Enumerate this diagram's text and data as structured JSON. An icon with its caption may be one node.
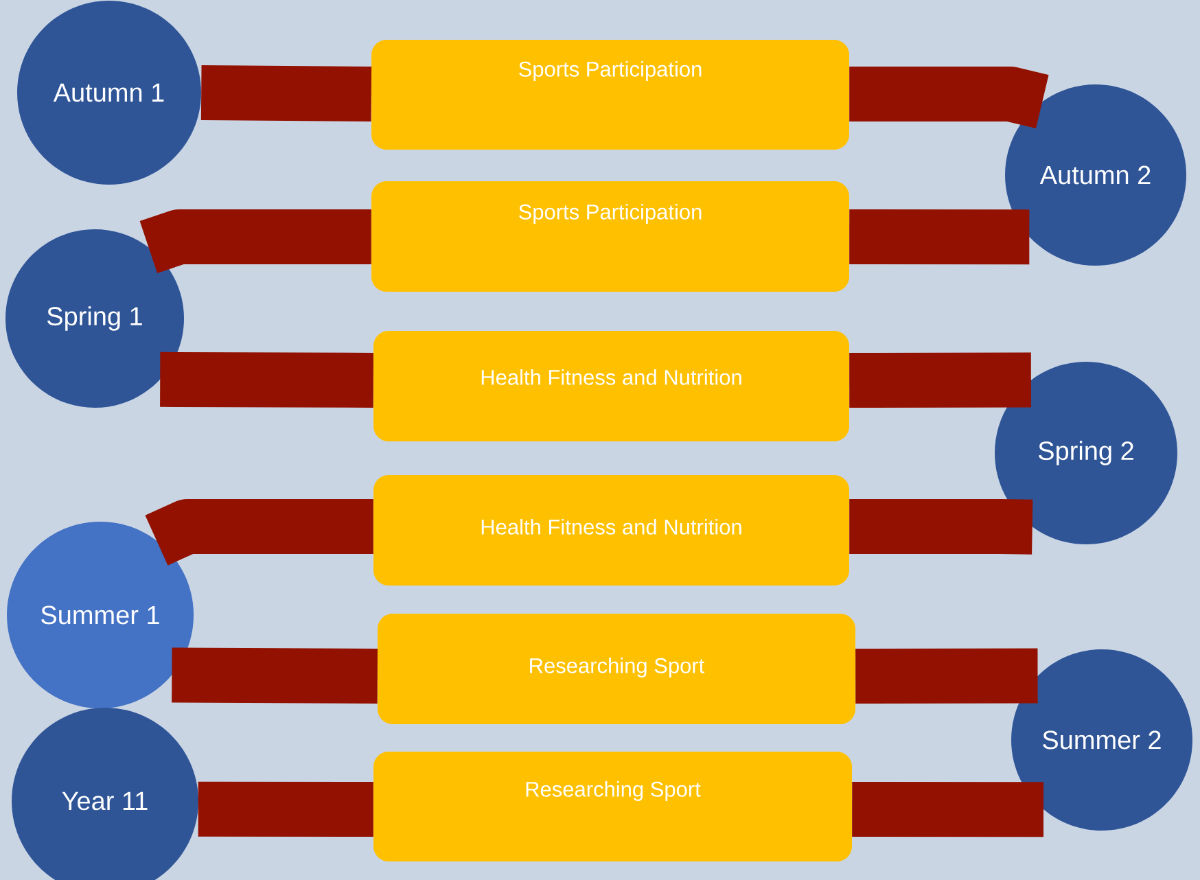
{
  "diagram": {
    "nodes": [
      {
        "text": [
          "Autumn 1"
        ]
      },
      {
        "text": [
          "Sports Participation"
        ]
      },
      {
        "text": [
          "Autumn 2"
        ]
      },
      {
        "text": [
          "Sports Participation"
        ]
      },
      {
        "text": [
          "Spring 1"
        ]
      },
      {
        "text": [
          "Health Fitness and Nutrition"
        ]
      },
      {
        "text": [
          "Spring 2"
        ]
      },
      {
        "text": [
          "Health Fitness and Nutrition"
        ]
      },
      {
        "text": [
          "Summer 1"
        ]
      },
      {
        "text": [
          "Researching Sport"
        ]
      },
      {
        "text": [
          "Summer 2"
        ]
      },
      {
        "text": [
          "Researching Sport"
        ]
      },
      {
        "text": [
          "Year 11"
        ]
      }
    ],
    "edges": [
      {
        "from": 0,
        "to": 1,
        "arrow": "none"
      },
      {
        "from": 1,
        "to": 2,
        "arrow": "none"
      },
      {
        "from": 2,
        "to": 3,
        "arrow": "none"
      },
      {
        "from": 3,
        "to": 4,
        "arrow": "none"
      },
      {
        "from": 4,
        "to": 5,
        "arrow": "none"
      },
      {
        "from": 5,
        "to": 6,
        "arrow": "none"
      },
      {
        "from": 6,
        "to": 7,
        "arrow": "none"
      },
      {
        "from": 7,
        "to": 8,
        "arrow": "none"
      },
      {
        "from": 8,
        "to": 9,
        "arrow": "none"
      },
      {
        "from": 9,
        "to": 10,
        "arrow": "none"
      },
      {
        "from": 10,
        "to": 11,
        "arrow": "none"
      },
      {
        "from": 11,
        "to": 12,
        "arrow": "none"
      }
    ]
  }
}
